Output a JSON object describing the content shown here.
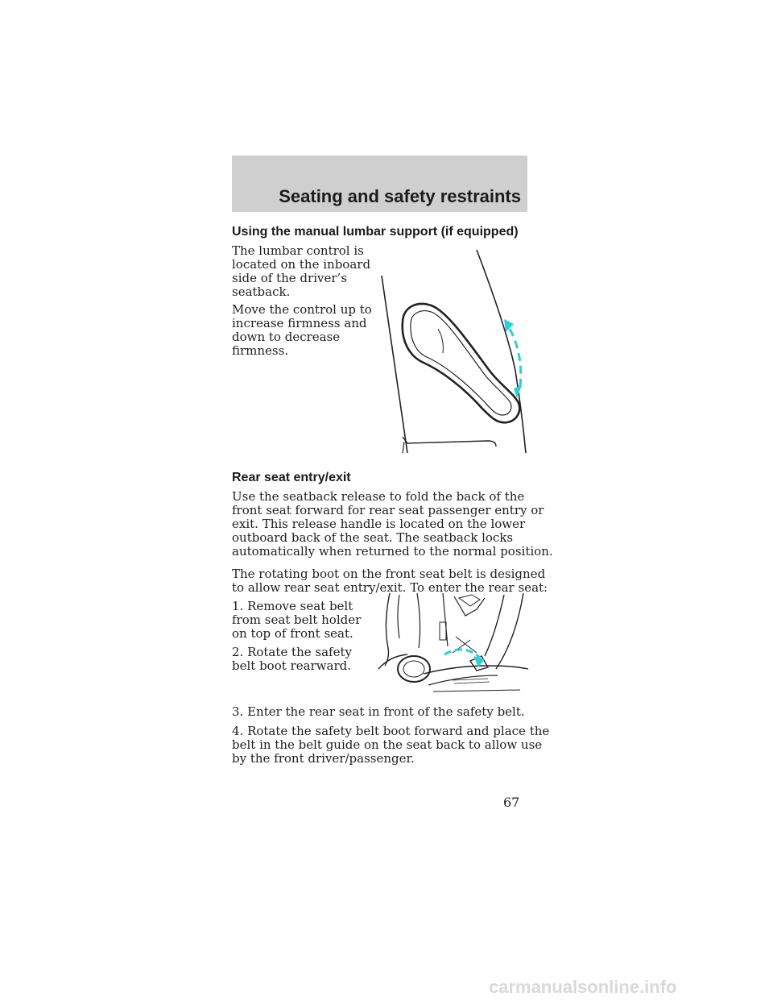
{
  "header": {
    "title": "Seating and safety restraints"
  },
  "lumbar": {
    "heading": "Using the manual lumbar support (if equipped)",
    "p1": "The lumbar control is\nlocated on the inboard\nside of the driver’s\nseatback.",
    "p2": "Move the control up to\nincrease firmness and\ndown to decrease\nfirmness."
  },
  "rear_seat": {
    "heading": "Rear seat entry/exit",
    "p1": "Use the seatback release to fold the back of the\nfront seat forward for rear seat passenger entry or\nexit. This release handle is located on the lower\noutboard back of the seat. The seatback locks\nautomatically when returned to the normal position.",
    "p2": "The rotating boot on the front seat belt is designed\nto allow rear seat entry/exit. To enter the rear seat:",
    "step1": "1. Remove seat belt\nfrom seat belt holder\non top of front seat.",
    "step2": "2. Rotate the safety\nbelt boot rearward.",
    "step3": "3. Enter the rear seat in front of the safety belt.",
    "step4": "4. Rotate the safety belt boot forward and place the\nbelt in the belt guide on the seat back to allow use\nby the front driver/passenger."
  },
  "page_number": "67",
  "watermark": "carmanualsonline.info",
  "colors": {
    "header_band": "#cfcfcf",
    "arrow": "#2ad0d6"
  }
}
